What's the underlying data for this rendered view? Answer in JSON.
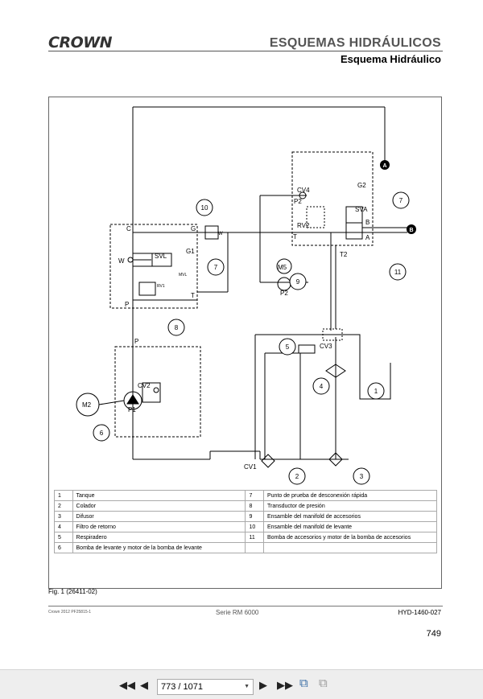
{
  "header": {
    "logo": "CROWN",
    "section_title": "ESQUEMAS HIDRÁULICOS",
    "section_subtitle": "Esquema Hidráulico"
  },
  "diagram": {
    "points": {
      "A_top": "A",
      "B_right": "B"
    },
    "callouts": [
      "1",
      "2",
      "3",
      "4",
      "5",
      "6",
      "7",
      "7",
      "8",
      "9",
      "10",
      "11"
    ],
    "labels": {
      "C": "C",
      "P_left": "P",
      "SVL": "SVL",
      "W": "W",
      "G": "G",
      "G1": "G1",
      "RV1": "RV1",
      "MVL": "MVL",
      "T_left": "T",
      "P_lower": "P",
      "CV2": "CV2",
      "M2": "M2",
      "P1": "P1",
      "G2": "G2",
      "CV4": "CV4",
      "P2_top": "P2",
      "RV2": "RV2",
      "SVA": "SVA",
      "B": "B",
      "A": "A",
      "T": "T",
      "T2": "T2",
      "M5": "M5",
      "P2_pump": "P2",
      "CV3": "CV3",
      "CV1": "CV1",
      "W_small": "W"
    }
  },
  "legend": [
    {
      "n1": "1",
      "t1": "Tanque",
      "n2": "7",
      "t2": "Punto de prueba de desconexión rápida"
    },
    {
      "n1": "2",
      "t1": "Colador",
      "n2": "8",
      "t2": "Transductor de presión"
    },
    {
      "n1": "3",
      "t1": "Difusor",
      "n2": "9",
      "t2": "Ensamble del manifold de accesorios"
    },
    {
      "n1": "4",
      "t1": "Filtro de retorno",
      "n2": "10",
      "t2": "Ensamble del manifold de levante"
    },
    {
      "n1": "5",
      "t1": "Respiradero",
      "n2": "11",
      "t2": "Bomba de accesorios y motor de la bomba de accesorios"
    },
    {
      "n1": "6",
      "t1": "Bomba de levante y motor de la bomba de levante",
      "n2": "",
      "t2": ""
    }
  ],
  "figure_caption": "Fig. 1 (26411-02)",
  "footer": {
    "left": "Crown 2012 PF25815-1",
    "center": "Serie RM 6000",
    "right": "HYD-1460-027",
    "page_number": "749"
  },
  "viewer": {
    "page_field": "773 / 1071",
    "first_icon": "first-page-icon",
    "prev_icon": "previous-page-icon",
    "next_icon": "next-page-icon",
    "last_icon": "last-page-icon"
  }
}
